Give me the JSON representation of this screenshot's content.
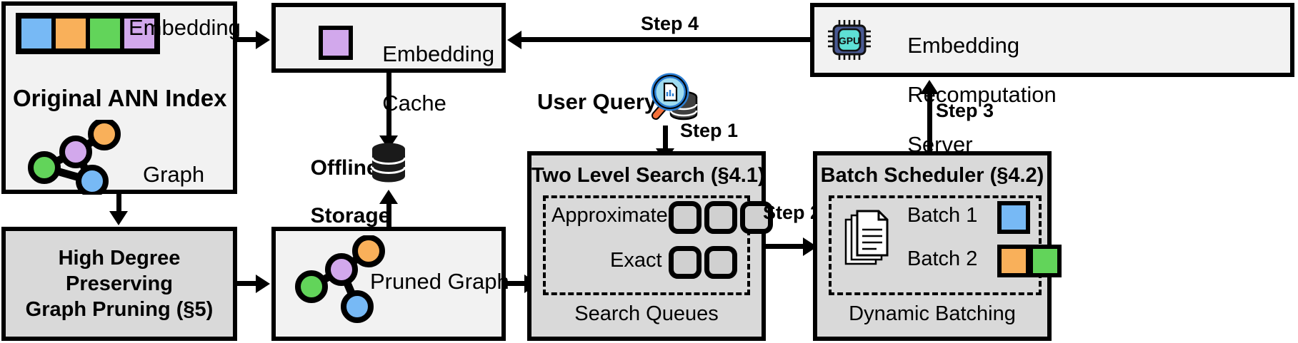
{
  "diagram": {
    "title": "ANN index serving pipeline with embedding recomputation",
    "palette": {
      "blue": "#77b9f5",
      "orange": "#f9b05a",
      "green": "#62d45a",
      "purple": "#d2a8ec",
      "box_fill": "#f2f2f2",
      "box_fill_gray": "#d9d9d9",
      "stroke": "#000000",
      "gpu_body": "#4a5a94",
      "gpu_core": "#5ee0d5",
      "magnifier_rim": "#2c7fd4",
      "magnifier_lens": "#9fdcf0",
      "magnifier_handle": "#f2703a"
    }
  },
  "ann_index": {
    "embedding_label": "Embedding",
    "embedding_swatches": [
      "blue",
      "orange",
      "green",
      "purple"
    ],
    "title": "Original ANN Index",
    "graph_label": "Graph",
    "graph_nodes": [
      "orange",
      "purple",
      "green",
      "blue"
    ]
  },
  "embedding_cache": {
    "line1": "Embedding",
    "line2": "Cache",
    "swatch": "purple"
  },
  "offline_storage": {
    "line1": "Offline",
    "line2": "Storage",
    "icon": "database-cylinder-icon"
  },
  "pruning": {
    "line1": "High Degree Preserving",
    "line2": "Graph Pruning (§5)"
  },
  "pruned_graph": {
    "label": "Pruned Graph",
    "graph_nodes": [
      "orange",
      "purple",
      "green",
      "blue"
    ]
  },
  "user_query": {
    "label": "User Query",
    "icon": "search-database-icon"
  },
  "two_level_search": {
    "title": "Two Level Search (§4.1)",
    "rows": [
      {
        "label": "Approximate",
        "queue_cells": 3
      },
      {
        "label": "Exact",
        "queue_cells": 2
      }
    ],
    "footer": "Search Queues"
  },
  "batch_scheduler": {
    "title": "Batch Scheduler (§4.2)",
    "icon": "documents-stack-icon",
    "batches": [
      {
        "label": "Batch 1",
        "swatches": [
          "blue"
        ]
      },
      {
        "label": "Batch 2",
        "swatches": [
          "orange",
          "green"
        ]
      }
    ],
    "footer": "Dynamic Batching"
  },
  "recomputation_server": {
    "line1": "Embedding",
    "line2": "Recomputation",
    "line3": "Server",
    "icon": "gpu-chip-icon",
    "icon_text": "GPU"
  },
  "steps": {
    "step1": "Step 1",
    "step2": "Step 2",
    "step3": "Step 3",
    "step4": "Step 4"
  }
}
